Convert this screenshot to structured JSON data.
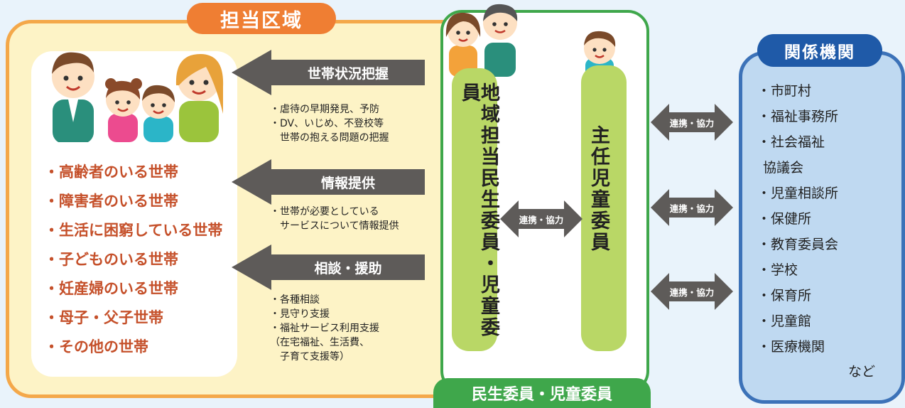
{
  "area": {
    "title": "担当区域",
    "households": [
      "・高齢者のいる世帯",
      "・障害者のいる世帯",
      "・生活に困窮している世帯",
      "・子どものいる世帯",
      "・妊産婦のいる世帯",
      "・母子・父子世帯",
      "・その他の世帯"
    ]
  },
  "actions": [
    {
      "label": "世帯状況把握",
      "notes": [
        "・虐待の早期発見、予防",
        "・DV、いじめ、不登校等",
        "  世帯の抱える問題の把握"
      ]
    },
    {
      "label": "情報提供",
      "notes": [
        "・世帯が必要としている",
        "  サービスについて情報提供"
      ]
    },
    {
      "label": "相談・援助",
      "notes": [
        "・各種相談",
        "・見守り支援",
        "・福祉サービス利用支援",
        "（在宅福祉、生活費、",
        "  子育て支援等）"
      ]
    }
  ],
  "members": {
    "title": "民生委員・児童委員",
    "regional": "地域担当民生委員・児童委員",
    "chief": "主任児童委員",
    "link_label": "連携・協力"
  },
  "cooperation_label": "連携・協力",
  "organizations": {
    "title": "関係機関",
    "items": [
      "・市町村",
      "・福祉事務所",
      "・社会福祉",
      "  協議会",
      "・児童相談所",
      "・保健所",
      "・教育委員会",
      "・学校",
      "・保育所",
      "・児童館",
      "・医療機関"
    ],
    "etc": "など"
  },
  "colors": {
    "area_border": "#f4a84a",
    "area_title": "#ef7e33",
    "household_text": "#c5502a",
    "members_green": "#3fa74b",
    "pill_green": "#b9d766",
    "org_blue": "#1f5aa8",
    "arrow_gray": "#5e5b59"
  }
}
